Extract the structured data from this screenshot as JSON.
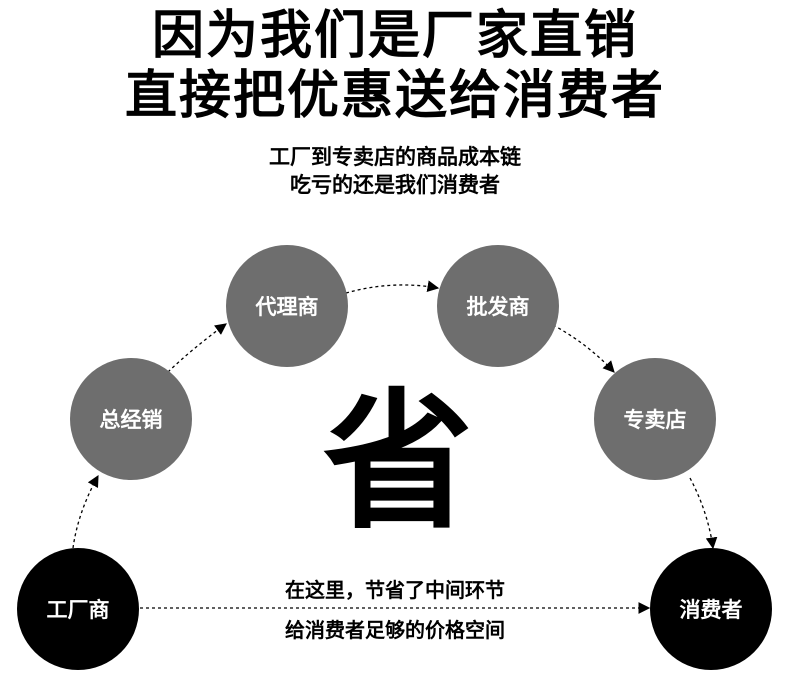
{
  "headline": {
    "line1": "因为我们是厂家直销",
    "line2": "直接把优惠送给消费者"
  },
  "subheadline": {
    "line1": "工厂到专卖店的商品成本链",
    "line2": "吃亏的还是我们消费者"
  },
  "nodes": {
    "factory": "工厂商",
    "distributor": "总经销",
    "agent": "代理商",
    "wholesaler": "批发商",
    "store": "专卖店",
    "consumer": "消费者"
  },
  "center_char": "省",
  "note": {
    "line1": "在这里，节省了中间环节",
    "line2": "给消费者足够的价格空间"
  },
  "colors": {
    "grey_node": "#6e6e6e",
    "black_node": "#000000",
    "arrow": "#000000"
  }
}
